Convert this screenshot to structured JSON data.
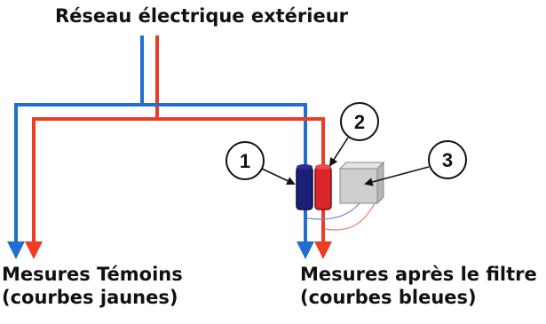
{
  "title": "Réseau électrique extérieur",
  "outputs": {
    "left": {
      "line1": "Mesures Témoins",
      "line2": "(courbes jaunes)"
    },
    "right": {
      "line1": "Mesures après le filtre",
      "line2": "(courbes bleues)"
    }
  },
  "callouts": [
    {
      "number": "1"
    },
    {
      "number": "2"
    },
    {
      "number": "3"
    }
  ],
  "colors": {
    "blue_wire": "#1f6fd1",
    "red_wire": "#ee3b24",
    "component_1": "#1b1f7a",
    "component_2": "#d9262a",
    "component_3": "#cfcfcf"
  }
}
